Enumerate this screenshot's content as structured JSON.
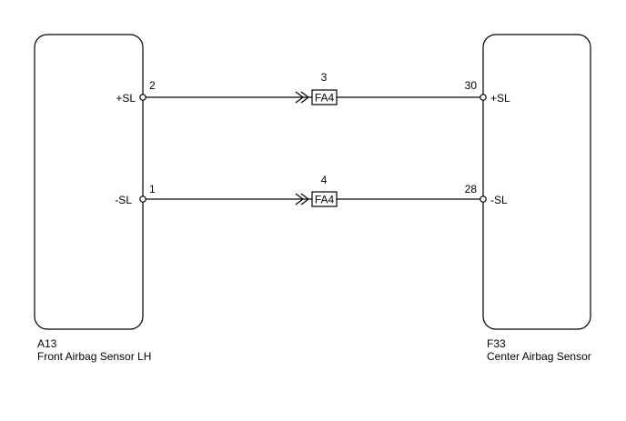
{
  "colors": {
    "line": "#000000",
    "background": "#ffffff"
  },
  "components": {
    "left": {
      "code": "A13",
      "name": "Front Airbag Sensor LH"
    },
    "right": {
      "code": "F33",
      "name": "Center Airbag Sensor"
    }
  },
  "circuits": [
    {
      "left_pin": "2",
      "left_signal": "+SL",
      "connector_pin": "3",
      "connector": "FA4",
      "right_pin": "30",
      "right_signal": "+SL"
    },
    {
      "left_pin": "1",
      "left_signal": "-SL",
      "connector_pin": "4",
      "connector": "FA4",
      "right_pin": "28",
      "right_signal": "-SL"
    }
  ]
}
